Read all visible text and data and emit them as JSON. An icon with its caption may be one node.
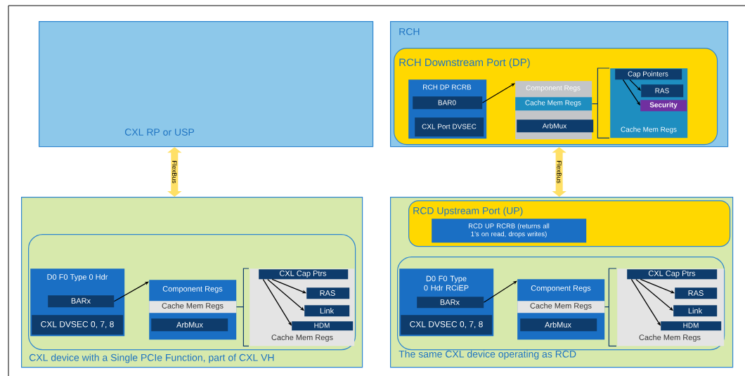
{
  "diagram": {
    "nodes": [
      {
        "text": [
          "CXL RP or USP"
        ]
      },
      {
        "text": [
          "RCH"
        ]
      },
      {
        "text": [
          "RCH Downstream Port (DP)"
        ],
        "in": 1
      },
      {
        "text": [
          "RCH DP RCRB"
        ],
        "in": 2
      },
      {
        "text": [
          "BAR0"
        ],
        "in": 3
      },
      {
        "text": [
          "CXL Port DVSEC"
        ],
        "in": 3
      },
      {
        "text": [
          "Component Regs"
        ],
        "in": 2
      },
      {
        "text": [
          "Cache Mem Regs"
        ],
        "in": 6
      },
      {
        "text": [
          "ArbMux"
        ],
        "in": 6
      },
      {
        "text": [
          "Cache Mem Regs"
        ],
        "in": 2
      },
      {
        "text": [
          "Cap Pointers"
        ],
        "in": 9
      },
      {
        "text": [
          "RAS"
        ],
        "in": 9
      },
      {
        "text": [
          "Security"
        ],
        "in": 9
      },
      {
        "text": [
          "CXL device with a Single PCIe Function, part of CXL VH"
        ]
      },
      {
        "text": [],
        "shape": "box",
        "in": 13
      },
      {
        "text": [
          "D0 F0 Type 0 Hdr"
        ],
        "in": 14
      },
      {
        "text": [
          "BARx"
        ],
        "in": 15
      },
      {
        "text": [
          "CXL DVSEC 0, 7, 8"
        ],
        "in": 15
      },
      {
        "text": [
          "Component Regs"
        ],
        "in": 14
      },
      {
        "text": [
          "Cache Mem Regs"
        ],
        "in": 18
      },
      {
        "text": [
          "ArbMux"
        ],
        "in": 18
      },
      {
        "text": [
          "Cache Mem Regs"
        ],
        "in": 14
      },
      {
        "text": [
          "CXL Cap Ptrs"
        ],
        "in": 21
      },
      {
        "text": [
          "RAS"
        ],
        "in": 21
      },
      {
        "text": [
          "Link"
        ],
        "in": 21
      },
      {
        "text": [
          "HDM"
        ],
        "in": 21
      },
      {
        "text": [
          "The same CXL device operating as RCD"
        ]
      },
      {
        "text": [
          "RCD Upstream Port (UP)"
        ],
        "in": 26
      },
      {
        "text": [
          "RCD UP RCRB (returns all 1’s on read, drops writes)"
        ],
        "in": 27
      },
      {
        "text": [],
        "shape": "box",
        "in": 26
      },
      {
        "text": [
          "D0 F0 Type 0 Hdr RCiEP"
        ],
        "in": 29
      },
      {
        "text": [
          "BARx"
        ],
        "in": 30
      },
      {
        "text": [
          "CXL DVSEC 0, 7, 8"
        ],
        "in": 30
      },
      {
        "text": [
          "Component Regs"
        ],
        "in": 29
      },
      {
        "text": [
          "Cache Mem Regs"
        ],
        "in": 33
      },
      {
        "text": [
          "ArbMux"
        ],
        "in": 33
      },
      {
        "text": [
          "Cache Mem Regs"
        ],
        "in": 29
      },
      {
        "text": [
          "CXL Cap Ptrs"
        ],
        "in": 36
      },
      {
        "text": [
          "RAS"
        ],
        "in": 36
      },
      {
        "text": [
          "Link"
        ],
        "in": 36
      },
      {
        "text": [
          "HDM"
        ],
        "in": 36
      }
    ],
    "edges": [
      {
        "from": 0,
        "to": 13,
        "arrow": "both",
        "label": "FlexBus",
        "style": "thick",
        "color": "#ffe066"
      },
      {
        "from": 1,
        "to": 26,
        "arrow": "both",
        "label": "FlexBus",
        "style": "thick",
        "color": "#ffe066"
      },
      {
        "from": 4,
        "to": 6,
        "arrow": "to"
      },
      {
        "from": 10,
        "to": 11,
        "arrow": "to"
      },
      {
        "from": 10,
        "to": 12,
        "arrow": "to"
      },
      {
        "from": 16,
        "to": 18,
        "arrow": "to"
      },
      {
        "from": 22,
        "to": 23,
        "arrow": "to"
      },
      {
        "from": 22,
        "to": 24,
        "arrow": "to"
      },
      {
        "from": 22,
        "to": 25,
        "arrow": "to"
      },
      {
        "from": 31,
        "to": 33,
        "arrow": "to"
      },
      {
        "from": 37,
        "to": 38,
        "arrow": "to"
      },
      {
        "from": 37,
        "to": 39,
        "arrow": "to"
      },
      {
        "from": 37,
        "to": 40,
        "arrow": "to"
      },
      {
        "from": 7,
        "to": 9,
        "arrow": "none",
        "color": "#0e3c6c"
      },
      {
        "from": 19,
        "to": 21,
        "arrow": "none",
        "color": "#0e3c6c"
      },
      {
        "from": 34,
        "to": 36,
        "arrow": "none",
        "color": "#0e3c6c"
      }
    ]
  }
}
